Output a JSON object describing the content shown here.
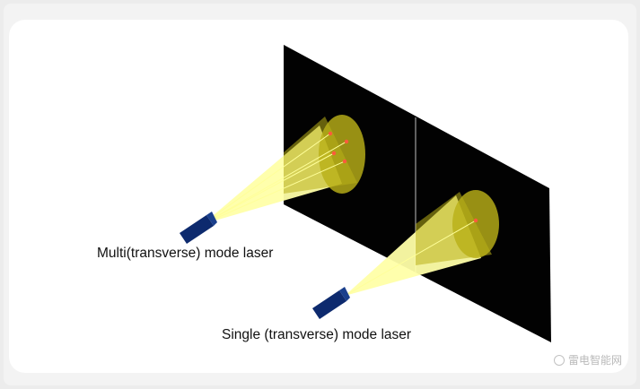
{
  "labels": {
    "multi_mode": "Multi(transverse) mode laser",
    "single_mode": "Single (transverse) mode laser"
  },
  "watermark": {
    "text": "雷电智能网",
    "icon": "watermark-logo-icon"
  },
  "colors": {
    "screen": "#020202",
    "beam_fill": "#ffffa8",
    "cone_fill": "#b9b018",
    "laser_body": "#0d2a6e",
    "spot": "#ff5a3c"
  }
}
